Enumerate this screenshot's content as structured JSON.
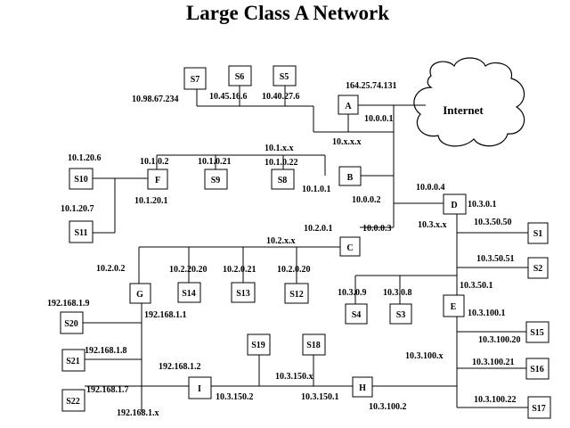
{
  "title": "Large Class A Network",
  "internet_label": "Internet",
  "nodes": {
    "A": "A",
    "B": "B",
    "C": "C",
    "D": "D",
    "E": "E",
    "F": "F",
    "G": "G",
    "H": "H",
    "I": "I",
    "S1": "S1",
    "S2": "S2",
    "S3": "S3",
    "S4": "S4",
    "S5": "S5",
    "S6": "S6",
    "S7": "S7",
    "S8": "S8",
    "S9": "S9",
    "S10": "S10",
    "S11": "S11",
    "S12": "S12",
    "S13": "S13",
    "S14": "S14",
    "S15": "S15",
    "S16": "S16",
    "S17": "S17",
    "S18": "S18",
    "S19": "S19",
    "S20": "S20",
    "S21": "S21",
    "S22": "S22"
  },
  "addresses": {
    "a_public": "164.25.74.131",
    "s7_ip": "10.98.67.234",
    "s6_ip": "10.45.16.6",
    "s5_ip": "10.40.27.6",
    "a_inside": "10.0.0.1",
    "backbone_net": "10.x.x.x",
    "net_10_1": "10.1.x.x",
    "s10_ip": "10.1.20.6",
    "f_up": "10.1.0.2",
    "s9_ip": "10.1.0.21",
    "s8_ip": "10.1.0.22",
    "f_down": "10.1.20.1",
    "b_left": "10.1.0.1",
    "b_right": "10.0.0.2",
    "d_up": "10.0.0.4",
    "d_right": "10.3.0.1",
    "s11_ip": "10.1.20.7",
    "c_left": "10.2.0.1",
    "c_up": "10.0.0.3",
    "net_10_3": "10.3.x.x",
    "s1_ip": "10.3.50.50",
    "net_10_2": "10.2.x.x",
    "s2_ip": "10.3.50.51",
    "g_ip": "10.2.0.2",
    "s14_ip": "10.2.20.20",
    "s13_ip": "10.2.0.21",
    "s12_ip": "10.2.0.20",
    "e_up": "10.3.50.1",
    "s4_ip": "10.3.0.9",
    "s3_ip": "10.3.0.8",
    "g_down_net": "192.168.1.9",
    "g_down": "192.168.1.1",
    "e_down": "10.3.100.1",
    "s15_ip": "10.3.100.20",
    "s21_ip": "192.168.1.8",
    "net_10_3_100": "10.3.100.x",
    "s16_ip": "10.3.100.21",
    "i_up": "192.168.1.2",
    "net_10_3_150": "10.3.150.x",
    "s22_ip": "192.168.1.7",
    "i_right": "10.3.150.2",
    "h_left": "10.3.150.1",
    "s17_ip": "10.3.100.22",
    "h_right": "10.3.100.2",
    "net_192": "192.168.1.x"
  }
}
